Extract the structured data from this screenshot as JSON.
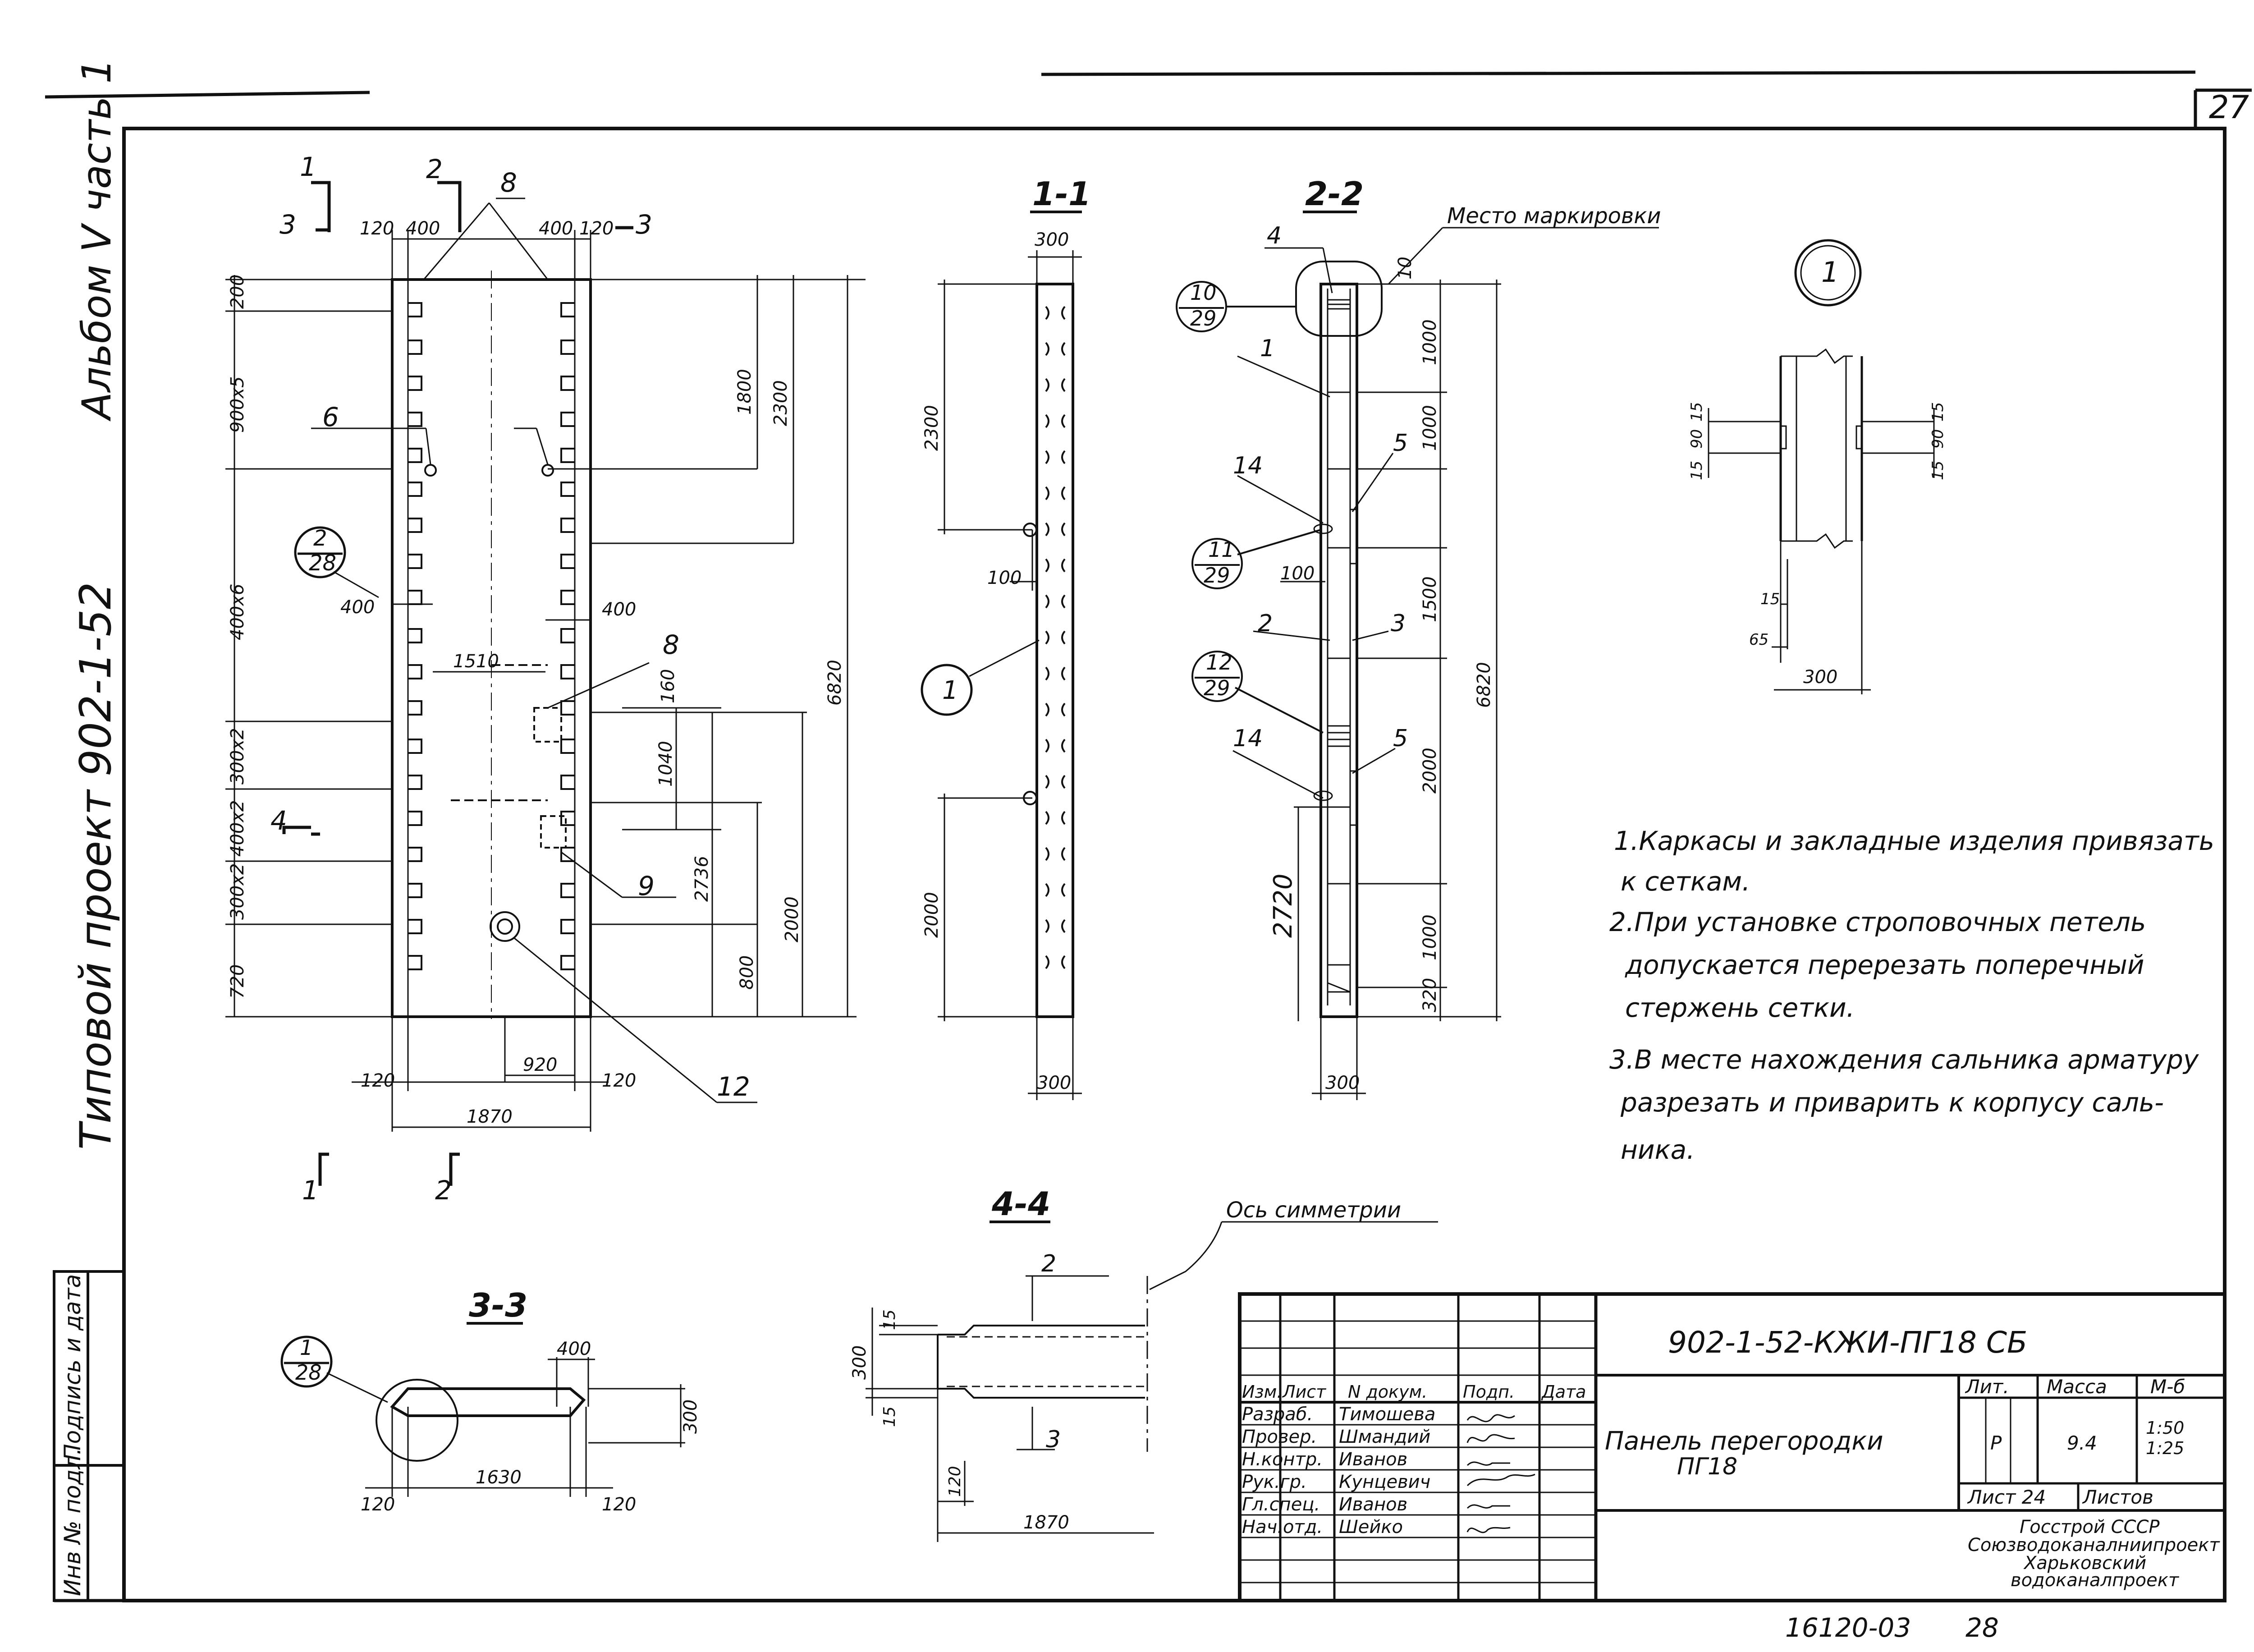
{
  "sheet": {
    "page_number": "27",
    "album_title": "Альбом V часть 1",
    "project_title": "Типовой проект 902-1-52",
    "archive_code": "16120-03",
    "archive_page": "28"
  },
  "side_stamp": {
    "col1": "Подпись и дата",
    "col2": "Инв № подл."
  },
  "main_view": {
    "cut1": "1",
    "cut2": "2",
    "cut3": "3",
    "cut4": "4",
    "pos8": "8",
    "pos6": "6",
    "pos9": "9",
    "pos12": "12",
    "ref_2_28_top": "2",
    "ref_2_28_bottom": "28",
    "dim_120a": "120",
    "dim_400a": "400",
    "dim_400b": "400",
    "dim_120b": "120",
    "dim_200": "200",
    "dim_900x5": "900х5",
    "dim_400x6": "400х6",
    "dim_300x2a": "300х2",
    "dim_400x2": "400х2",
    "dim_300x2b": "300х2",
    "dim_720": "720",
    "dim_1800": "1800",
    "dim_2300": "2300",
    "dim_6820": "6820",
    "dim_400_left": "400",
    "dim_400_right": "400",
    "dim_1510": "1510",
    "dim_160": "160",
    "dim_1040": "1040",
    "dim_2736": "2736",
    "dim_2000": "2000",
    "dim_800": "800",
    "dim_920": "920",
    "dim_120c": "120",
    "dim_120d": "120",
    "dim_1870": "1870"
  },
  "section_1_1": {
    "title": "1-1",
    "dim_300_top": "300",
    "dim_2300": "2300",
    "dim_100": "100",
    "dim_2000": "2000",
    "dim_300_bottom": "300",
    "ref_1": "1"
  },
  "section_2_2": {
    "title": "2-2",
    "marking_note": "Место маркировки",
    "pos4": "4",
    "pos1": "1",
    "pos14a": "14",
    "pos5a": "5",
    "pos2": "2",
    "pos3": "3",
    "pos14b": "14",
    "pos5b": "5",
    "ref_10_29_top": "10",
    "ref_10_29_bottom": "29",
    "ref_11_29_top": "11",
    "ref_11_29_bottom": "29",
    "ref_12_29_top": "12",
    "ref_12_29_bottom": "29",
    "dim_10": "10",
    "dim_1000a": "1000",
    "dim_1000b": "1000",
    "dim_1500": "1500",
    "dim_2000": "2000",
    "dim_1000c": "1000",
    "dim_320": "320",
    "dim_6820": "6820",
    "dim_2720": "2720",
    "dim_100": "100",
    "dim_300": "300"
  },
  "node_1": {
    "ref": "1",
    "dim_15a": "15",
    "dim_90a": "90",
    "dim_15b": "15",
    "dim_15c": "15",
    "dim_90b": "90",
    "dim_15d": "15",
    "dim_15e": "15",
    "dim_65": "65",
    "dim_300": "300"
  },
  "notes": [
    "1.Каркасы и закладные изделия привязать",
    "к сеткам.",
    "2.При установке строповочных петель",
    "допускается перерезать поперечный",
    "стержень сетки.",
    "3.В месте нахождения сальника арматуру",
    "разрезать и приварить к корпусу саль-",
    "ника."
  ],
  "section_3_3": {
    "title": "3-3",
    "ref_1_28_top": "1",
    "ref_1_28_bottom": "28",
    "dim_400": "400",
    "dim_300": "300",
    "dim_120a": "120",
    "dim_1630": "1630",
    "dim_120b": "120"
  },
  "section_4_4": {
    "title": "4-4",
    "axis_note": "Ось симметрии",
    "pos2": "2",
    "pos3": "3",
    "dim_15a": "15",
    "dim_300": "300",
    "dim_15b": "15",
    "dim_120": "120",
    "dim_1870": "1870"
  },
  "title_block": {
    "designation": "902-1-52-КЖИ-ПГ18 СБ",
    "name_line1": "Панель перегородки",
    "name_line2": "ПГ18",
    "col_headers": [
      "Изм.",
      "Лист",
      "N докум.",
      "Подп.",
      "Дата"
    ],
    "staff": [
      {
        "role": "Разраб.",
        "name": "Тимошева"
      },
      {
        "role": "Провер.",
        "name": "Шмандий"
      },
      {
        "role": "Н.контр.",
        "name": "Иванов"
      },
      {
        "role": "Рук.гр.",
        "name": "Кунцевич"
      },
      {
        "role": "Гл.спец.",
        "name": "Иванов"
      },
      {
        "role": "Нач.отд.",
        "name": "Шейко"
      }
    ],
    "lit_label": "Лит.",
    "lit_value": "Р",
    "mass_label": "Масса",
    "mass_value": "9.4",
    "scale_label": "М-б",
    "scale_value_1": "1:50",
    "scale_value_2": "1:25",
    "sheet_label": "Лист 24",
    "sheets_label": "Листов",
    "org_line1": "Госстрой СССР",
    "org_line2": "Союзводоканалниипроект",
    "org_line3": "Харьковский",
    "org_line4": "водоканалпроект"
  }
}
